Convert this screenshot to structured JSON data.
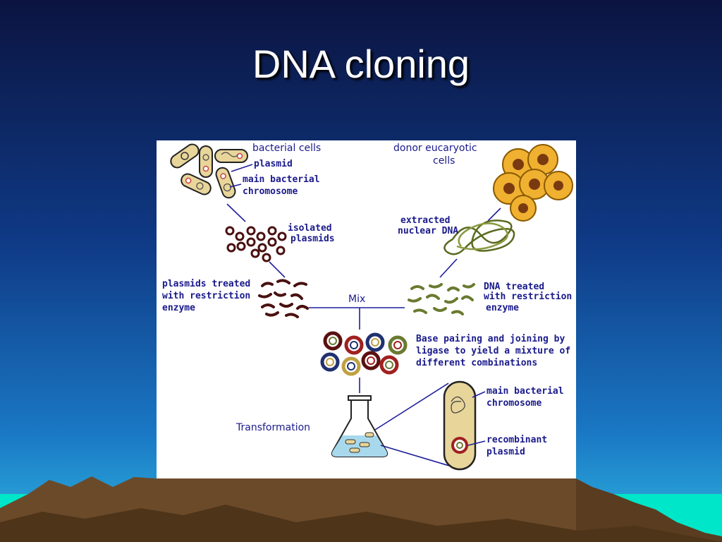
{
  "slide": {
    "title": "DNA cloning",
    "colors": {
      "background_top": "#0a1a4a",
      "background_bottom": "#1e8fd0",
      "sea": "#00e6c8",
      "mountains": "#6b4a2a",
      "label_blue": "#1a1a8c"
    }
  },
  "diagram": {
    "bacterial_cells": "bacterial cells",
    "plasmid": "plasmid",
    "main_chromosome_top_1": "main bacterial",
    "main_chromosome_top_2": "chromosome",
    "donor_cells_1": "donor eucaryotic",
    "donor_cells_2": "cells",
    "isolated_plasmids_1": "isolated",
    "isolated_plasmids_2": "plasmids",
    "extracted_dna_1": "extracted",
    "extracted_dna_2": "nuclear DNA",
    "plasmids_treated_1": "plasmids treated",
    "plasmids_treated_2": "with restriction",
    "plasmids_treated_3": "enzyme",
    "mix": "Mix",
    "dna_treated_1": "DNA treated",
    "dna_treated_2": "with restriction",
    "dna_treated_3": "enzyme",
    "base_pairing_1": "Base pairing and joining by",
    "base_pairing_2": "ligase to yield a mixture of",
    "base_pairing_3": "different combinations",
    "transformation": "Transformation",
    "main_chromosome_bottom_1": "main bacterial",
    "main_chromosome_bottom_2": "chromosome",
    "recombinant_1": "recombinant",
    "recombinant_2": "plasmid"
  }
}
